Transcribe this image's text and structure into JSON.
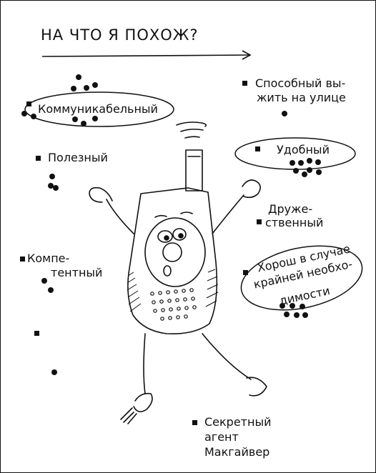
{
  "title": "НА ЧТО Я ПОХОЖ?",
  "labels": {
    "communicative": "Коммуникабельный",
    "survive_line1": "Способный вы-",
    "survive_line2": "жить на улице",
    "useful": "Полезный",
    "convenient": "Удобный",
    "friendly_line1": "Друже-",
    "friendly_line2": "ственный",
    "competent_line1": "Компе-",
    "competent_line2": "тентный",
    "emergency_line1": "Хорош в случае",
    "emergency_line2": "крайней необхо-",
    "emergency_line3": "димости",
    "secret_line1": "Секретный",
    "secret_line2": "агент",
    "secret_line3": "Макгайвер"
  },
  "votes": {
    "communicative": 9,
    "survive": 1,
    "useful": 3,
    "convenient": 8,
    "friendly": 0,
    "competent": 2,
    "emergency": 6,
    "blank": 1,
    "secret": 0
  },
  "colors": {
    "ink": "#111111",
    "paper": "#ffffff"
  }
}
